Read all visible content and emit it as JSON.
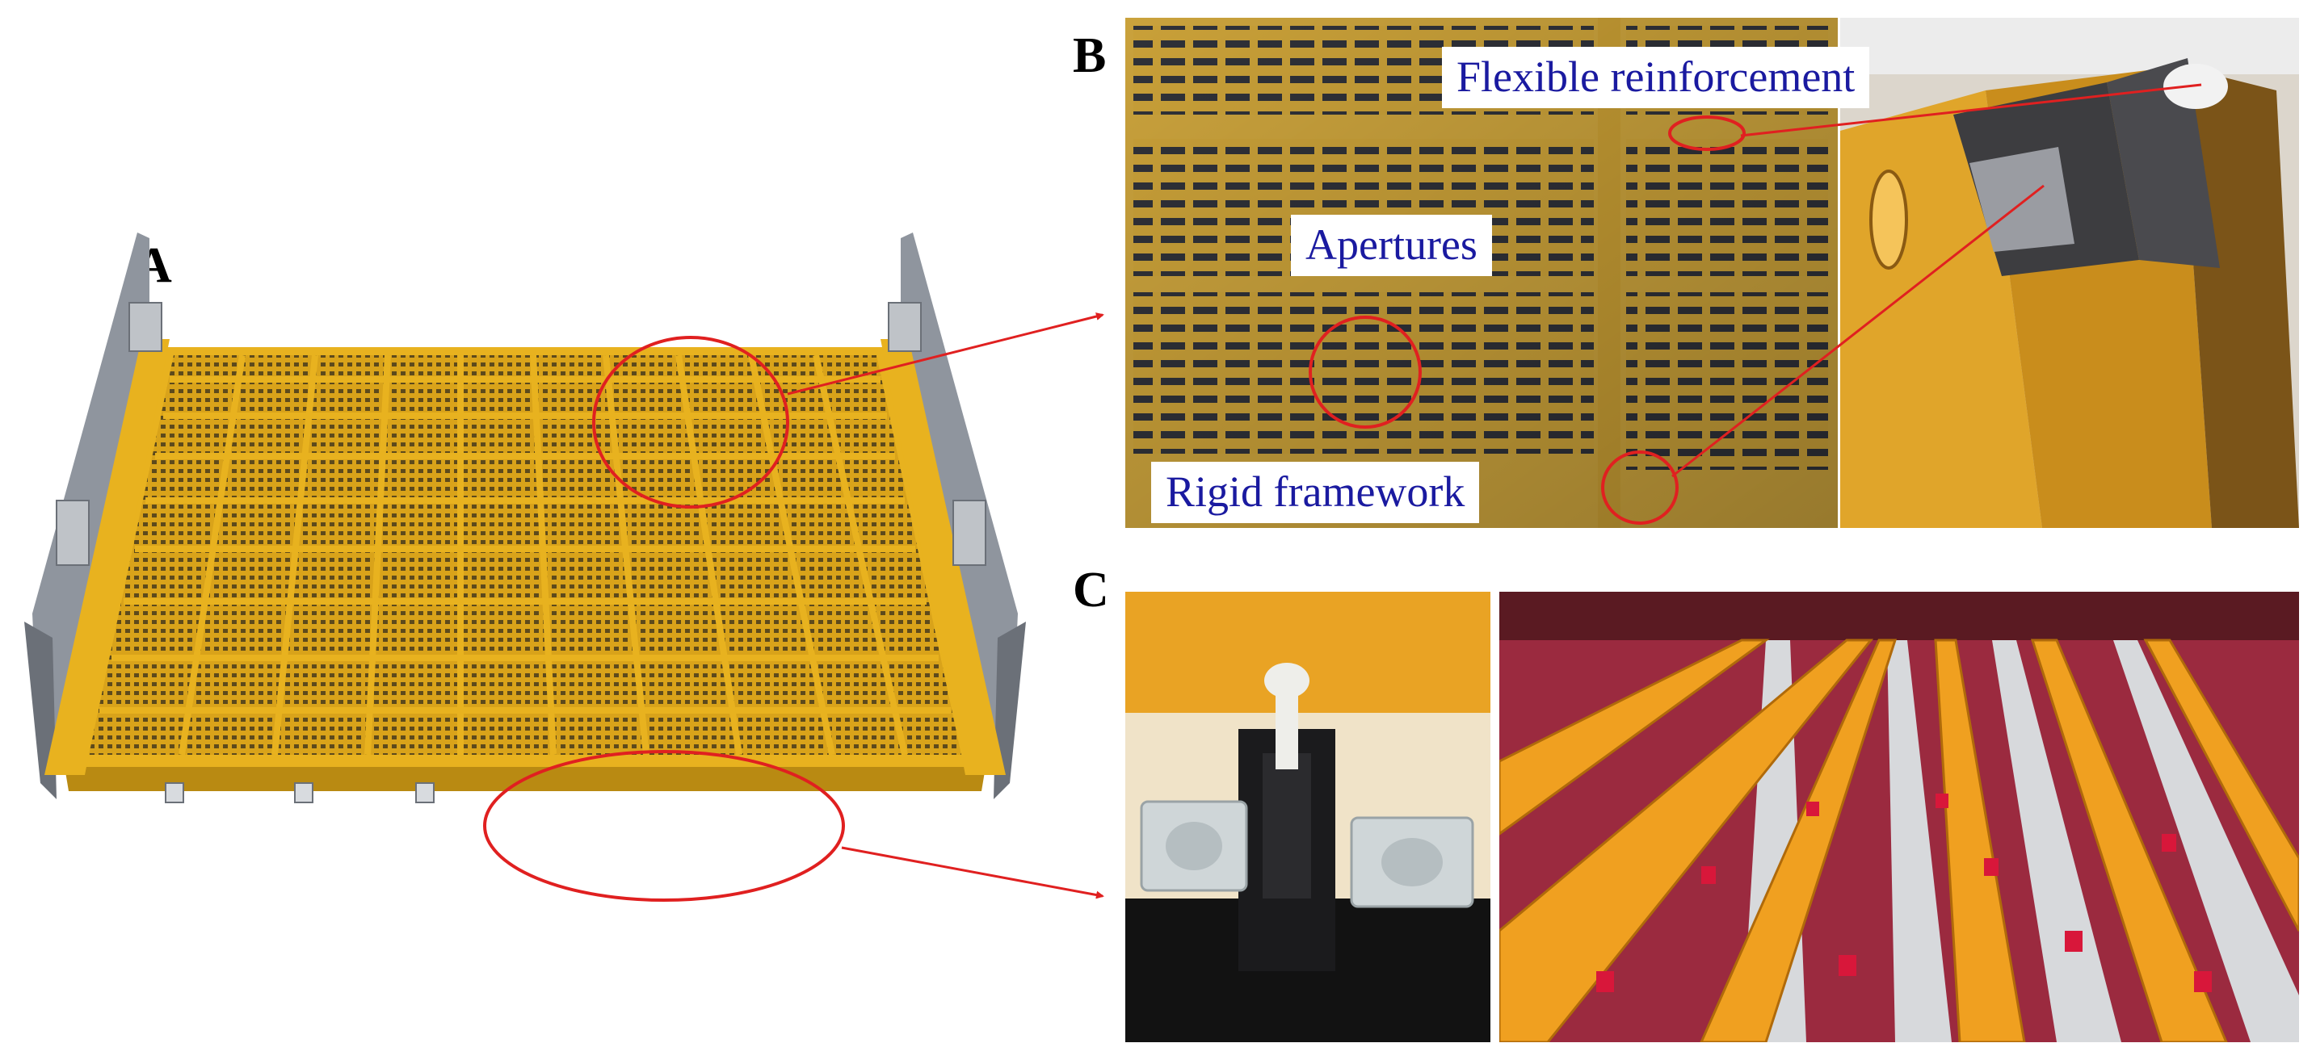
{
  "panels": {
    "a": {
      "letter": "A"
    },
    "b": {
      "letter": "B"
    },
    "c": {
      "letter": "C"
    }
  },
  "callouts": {
    "flexible": "Flexible reinforcement",
    "apertures": "Apertures",
    "rigid": "Rigid framework"
  },
  "colors": {
    "polyurethane_yellow": "#e8b21f",
    "frame_grey": "#8f959e",
    "annotation_red": "#e02020",
    "label_blue": "#1a1aa0"
  }
}
